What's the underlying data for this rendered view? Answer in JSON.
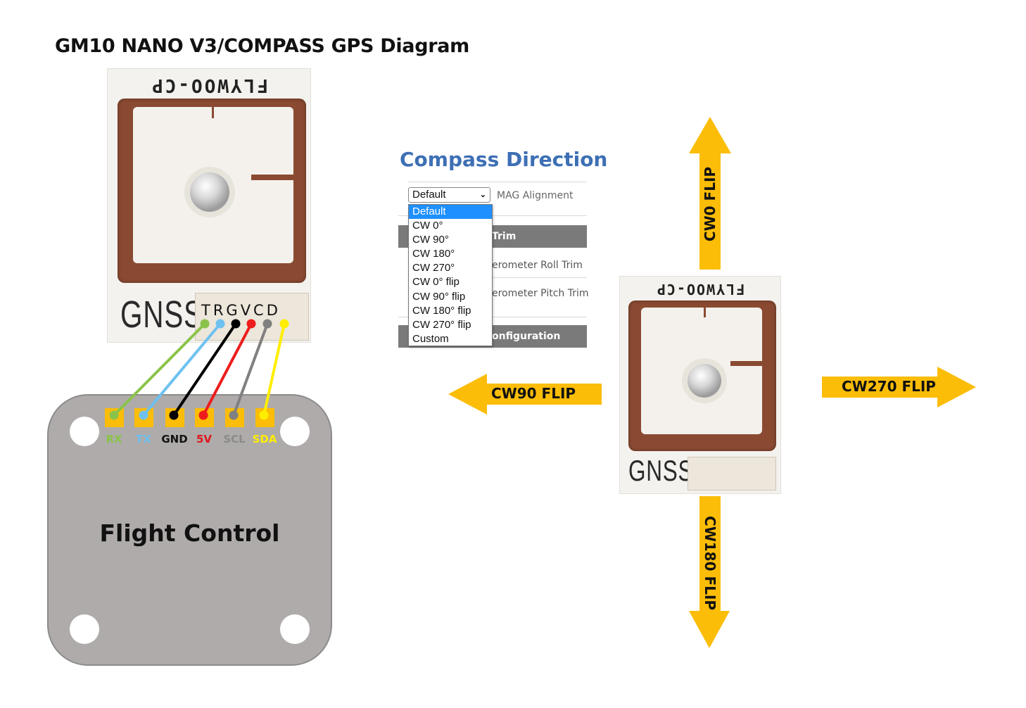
{
  "title": "GM10 NANO V3/COMPASS GPS Diagram",
  "gps_module": {
    "brand_text": "FLYWOO-CP",
    "module_label": "GNSS",
    "pin_letters": "TRGVCD"
  },
  "wiring": [
    {
      "gps_pin": "T",
      "fc_pad": "RX",
      "color": "#8bc34a"
    },
    {
      "gps_pin": "R",
      "fc_pad": "TX",
      "color": "#6ec1f0"
    },
    {
      "gps_pin": "G",
      "fc_pad": "GND",
      "color": "#000000"
    },
    {
      "gps_pin": "V",
      "fc_pad": "5V",
      "color": "#ee1c1c"
    },
    {
      "gps_pin": "C",
      "fc_pad": "SCL",
      "color": "#808080"
    },
    {
      "gps_pin": "D",
      "fc_pad": "SDA",
      "color": "#ffee00"
    }
  ],
  "flight_controller": {
    "label": "Flight Control",
    "pads": [
      {
        "label": "RX",
        "color": "#8bc34a"
      },
      {
        "label": "TX",
        "color": "#6ec1f0"
      },
      {
        "label": "GND",
        "color": "#111111"
      },
      {
        "label": "5V",
        "color": "#e0161c"
      },
      {
        "label": "SCL",
        "color": "#8a8a8a"
      },
      {
        "label": "SDA",
        "color": "#ffee00"
      }
    ],
    "pad_color": "#fbbd08"
  },
  "compass": {
    "title": "Compass Direction",
    "select_value": "Default",
    "select_label": "MAG Alignment",
    "options": [
      "Default",
      "CW 0°",
      "CW 90°",
      "CW 180°",
      "CW 270°",
      "CW 0° flip",
      "CW 90° flip",
      "CW 180° flip",
      "CW 270° flip",
      "Custom"
    ],
    "selected_option": "Default",
    "background_rows": {
      "trim_header": "Trim",
      "roll_trim": "erometer Roll Trim",
      "pitch_trim": "erometer Pitch Trim",
      "config_header": "onfiguration"
    }
  },
  "orientation_arrows": {
    "up": "CW0 FLIP",
    "left": "CW90 FLIP",
    "right": "CW270 FLIP",
    "down": "CW180 FLIP",
    "color": "#fbbd08"
  }
}
